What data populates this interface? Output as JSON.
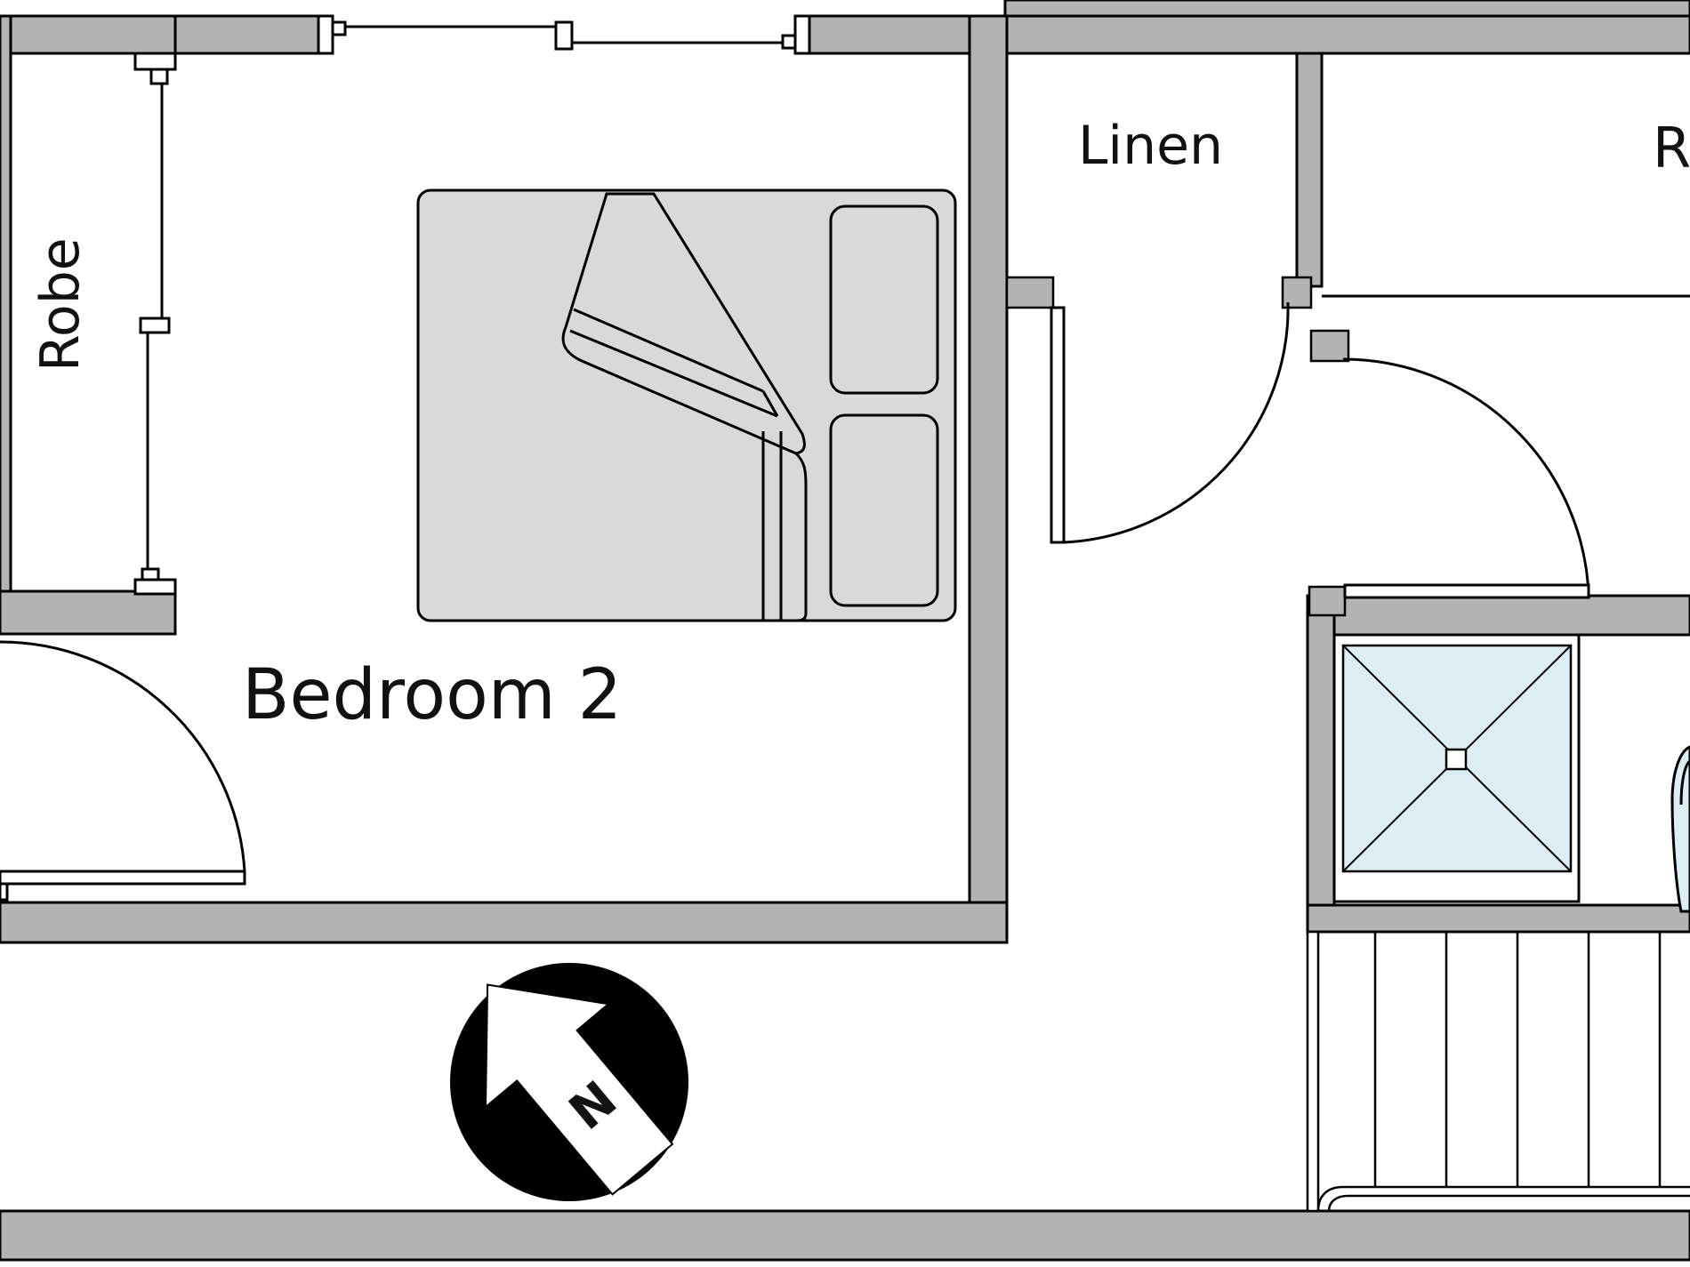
{
  "plan": {
    "rooms": {
      "bedroom_2": "Bedroom 2",
      "linen": "Linen",
      "robe": "Robe",
      "partial_room": "R"
    },
    "compass": {
      "letter": "N"
    }
  },
  "colors": {
    "wall_fill": "#b3b3b3",
    "outline": "#000000",
    "bed_fill": "#d9d9d9",
    "shower_fill": "#dcedf4",
    "background": "#ffffff"
  }
}
